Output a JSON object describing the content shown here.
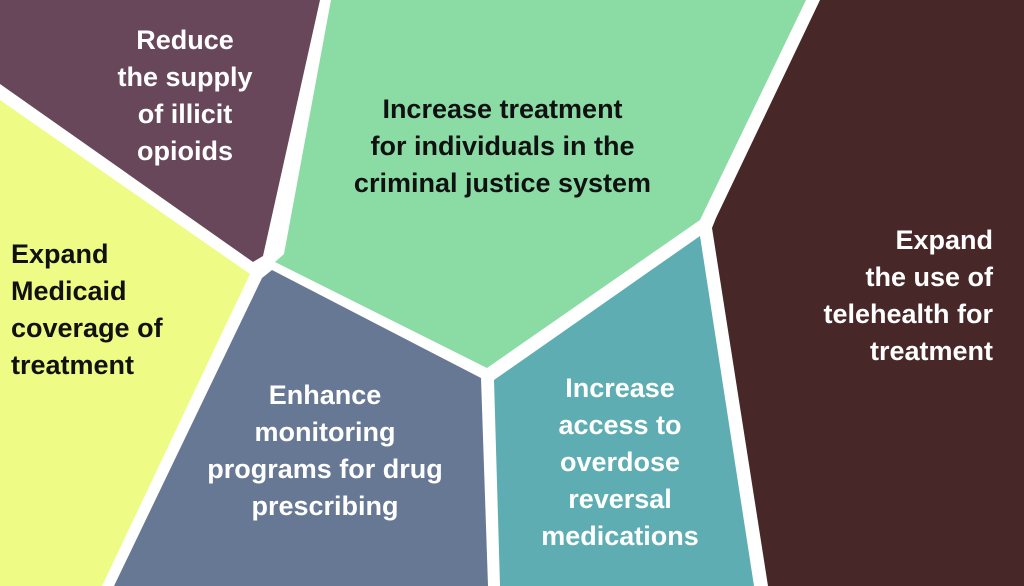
{
  "diagram": {
    "type": "voronoi-style policy mosaic",
    "background": "#ffffff",
    "regions": [
      {
        "id": "reduce-supply",
        "text": "Reduce\nthe supply\nof illicit\nopioids",
        "fill": "#68475b",
        "text_color": "#ffffff"
      },
      {
        "id": "criminal-justice",
        "text": "Increase treatment\nfor individuals in the\ncriminal justice system",
        "fill": "#8bdca4",
        "text_color": "#111111"
      },
      {
        "id": "telehealth",
        "text": "Expand\nthe use of\ntelehealth for\ntreatment",
        "fill": "#472727",
        "text_color": "#ffffff"
      },
      {
        "id": "medicaid",
        "text": "Expand\nMedicaid\ncoverage of\ntreatment",
        "fill": "#eefc86",
        "text_color": "#111111"
      },
      {
        "id": "monitoring",
        "text": "Enhance\nmonitoring\nprograms for drug\nprescribing",
        "fill": "#677894",
        "text_color": "#ffffff"
      },
      {
        "id": "overdose-reversal",
        "text": "Increase\naccess to\noverdose\nreversal\nmedications",
        "fill": "#5eadb2",
        "text_color": "#ffffff"
      }
    ]
  }
}
